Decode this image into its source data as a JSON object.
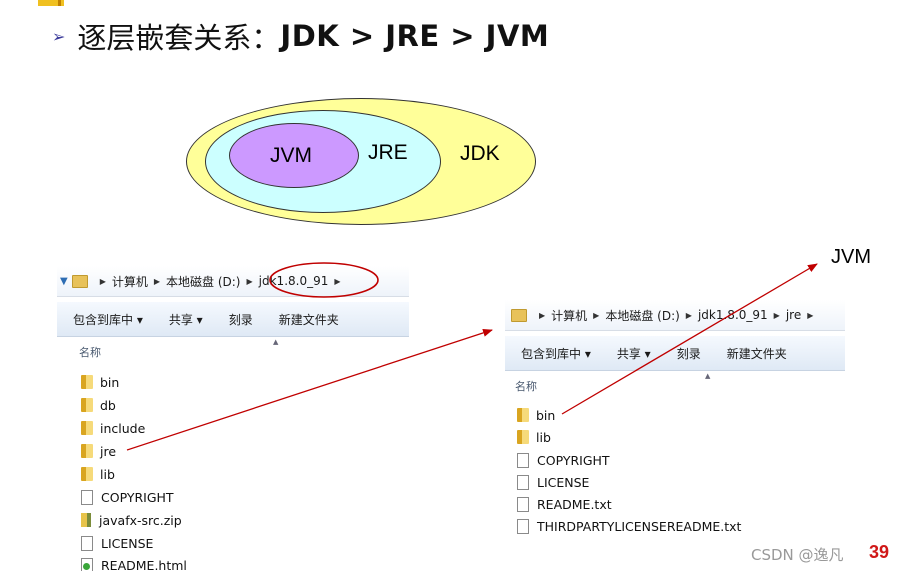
{
  "heading": {
    "bullet": "➢",
    "text_cn": "逐层嵌套关系：",
    "text_bold": "JDK > JRE > JVM"
  },
  "diagram": {
    "jdk_label": "JDK",
    "jre_label": "JRE",
    "jvm_label": "JVM",
    "colors": {
      "jdk": "#ffff99",
      "jre": "#ccffff",
      "jvm": "#cc99ff"
    }
  },
  "explorer_left": {
    "breadcrumb": [
      "计算机",
      "本地磁盘 (D:)",
      "jdk1.8.0_91"
    ],
    "toolbar": [
      "包含到库中 ▾",
      "共享 ▾",
      "刻录",
      "新建文件夹"
    ],
    "column_header": "名称",
    "items": [
      {
        "name": "bin",
        "icon": "folder-icon"
      },
      {
        "name": "db",
        "icon": "folder-icon"
      },
      {
        "name": "include",
        "icon": "folder-icon"
      },
      {
        "name": "jre",
        "icon": "folder-icon"
      },
      {
        "name": "lib",
        "icon": "folder-icon"
      },
      {
        "name": "COPYRIGHT",
        "icon": "file-icon"
      },
      {
        "name": "javafx-src.zip",
        "icon": "zip-icon"
      },
      {
        "name": "LICENSE",
        "icon": "file-icon"
      },
      {
        "name": "README.html",
        "icon": "html-icon"
      }
    ]
  },
  "explorer_right": {
    "breadcrumb": [
      "计算机",
      "本地磁盘 (D:)",
      "jdk1.8.0_91",
      "jre"
    ],
    "toolbar": [
      "包含到库中 ▾",
      "共享 ▾",
      "刻录",
      "新建文件夹"
    ],
    "column_header": "名称",
    "items": [
      {
        "name": "bin",
        "icon": "folder-icon"
      },
      {
        "name": "lib",
        "icon": "folder-icon"
      },
      {
        "name": "COPYRIGHT",
        "icon": "file-icon"
      },
      {
        "name": "LICENSE",
        "icon": "file-icon"
      },
      {
        "name": "README.txt",
        "icon": "file-icon"
      },
      {
        "name": "THIRDPARTYLICENSEREADME.txt",
        "icon": "file-icon"
      }
    ]
  },
  "jvm_callout": "JVM",
  "watermark": "CSDN @逸凡",
  "page_number": "39",
  "accent_color": "#c00000"
}
